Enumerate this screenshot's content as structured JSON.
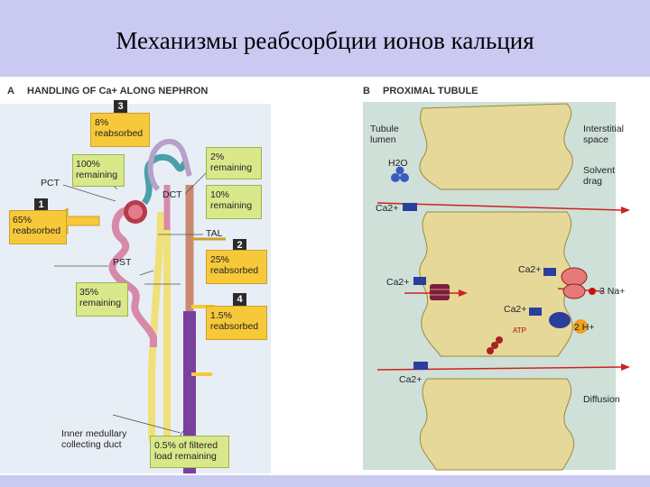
{
  "title": "Механизмы реабсорбции ионов кальция",
  "panel_a": {
    "letter": "A",
    "heading": "HANDLING OF Ca+ ALONG NEPHRON",
    "labels": {
      "pct": "PCT",
      "dct": "DCT",
      "tal": "TAL",
      "pst": "PST",
      "imcd": "Inner medullary\ncollecting duct"
    },
    "boxes": [
      {
        "num": "1",
        "text": "65%\nreabsorbed"
      },
      {
        "num": "2",
        "text": "25%\nreabsorbed"
      },
      {
        "num": "3",
        "text": "8%\nreabsorbed"
      },
      {
        "num": "4",
        "text": "1.5%\nreabsorbed"
      }
    ],
    "remaining": [
      {
        "text": "100%\nremaining"
      },
      {
        "text": "35%\nremaining"
      },
      {
        "text": "2%\nremaining"
      },
      {
        "text": "10%\nremaining"
      }
    ],
    "final": "0.5% of filtered\nload remaining"
  },
  "panel_b": {
    "letter": "B",
    "heading": "PROXIMAL TUBULE",
    "tubule_lumen": "Tubule\nlumen",
    "interstitial": "Interstitial\nspace",
    "solvent_drag": "Solvent\ndrag",
    "h2o": "H2O",
    "ca": "Ca2+",
    "na": "3 Na+",
    "h": "2 H+",
    "atp": "ATP",
    "diffusion": "Diffusion"
  },
  "colors": {
    "background": "#c9c9f2",
    "arrow_red": "#cc2222",
    "ca_blue": "#2c3e9c",
    "purple": "#7b3f9e",
    "yellow_box": "#f7c93a",
    "green_box": "#d9e88a"
  }
}
